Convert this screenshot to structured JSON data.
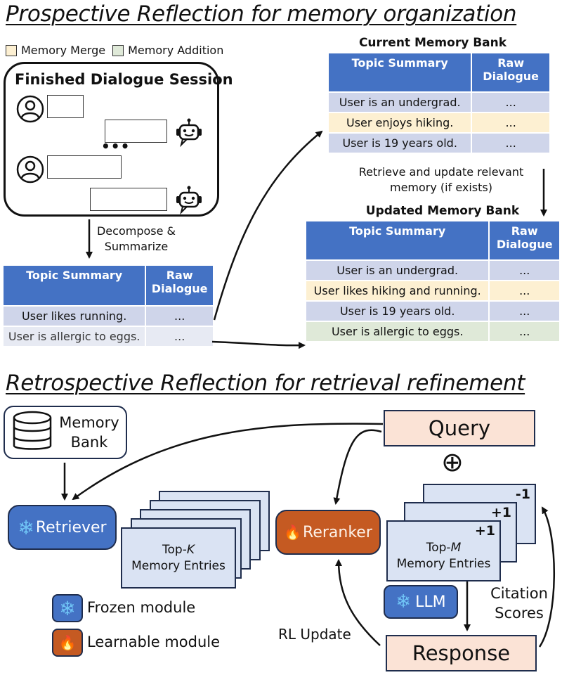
{
  "prospective": {
    "title": "Prospective Reflection for memory organization",
    "legend": [
      {
        "label": "Memory Merge",
        "color": "#fdf0d2"
      },
      {
        "label": "Memory Addition",
        "color": "#dfe9d8"
      }
    ],
    "session": {
      "title": "Finished Dialogue Session",
      "ellipsis": "•••",
      "icons": [
        "user-icon",
        "robot-icon",
        "user-icon",
        "robot-icon"
      ]
    },
    "decompose_label_line1": "Decompose &",
    "decompose_label_line2": "Summarize",
    "new_table": {
      "headers": [
        "Topic Summary",
        "Raw Dialogue"
      ],
      "rows": [
        {
          "summary": "User likes running.",
          "raw": "...",
          "status": "base"
        },
        {
          "summary": "User is allergic to eggs.",
          "raw": "...",
          "status": "base"
        }
      ]
    },
    "current_bank": {
      "title": "Current Memory Bank",
      "headers": [
        "Topic Summary",
        "Raw Dialogue"
      ],
      "rows": [
        {
          "summary": "User is an undergrad.",
          "raw": "...",
          "status": "base"
        },
        {
          "summary": "User enjoys hiking.",
          "raw": "...",
          "status": "merge"
        },
        {
          "summary": "User is 19 years old.",
          "raw": "...",
          "status": "base"
        }
      ]
    },
    "retrieve_label_line1": "Retrieve and update relevant",
    "retrieve_label_line2": "memory (if exists)",
    "updated_bank": {
      "title": "Updated Memory Bank",
      "headers": [
        "Topic Summary",
        "Raw Dialogue"
      ],
      "rows": [
        {
          "summary": "User is an undergrad.",
          "raw": "...",
          "status": "base"
        },
        {
          "summary": "User likes hiking and running.",
          "raw": "...",
          "status": "merge"
        },
        {
          "summary": "User is 19 years old.",
          "raw": "...",
          "status": "base"
        },
        {
          "summary": "User is allergic to eggs.",
          "raw": "...",
          "status": "add"
        }
      ]
    }
  },
  "retrospective": {
    "title": "Retrospective Reflection for retrieval refinement",
    "memory_bank_line1": "Memory",
    "memory_bank_line2": "Bank",
    "retriever": {
      "label": "Retriever",
      "icon": "snowflake-icon",
      "glyph": "❄"
    },
    "topk_line1": "Top-",
    "topk_var": "K",
    "topk_line2": "Memory Entries",
    "reranker": {
      "label": "Reranker",
      "icon": "fire-icon",
      "glyph": "🔥"
    },
    "query": "Query",
    "oplus": "⊕",
    "topm_line1": "Top-",
    "topm_var": "M",
    "topm_line2": "Memory Entries",
    "citation_scores": [
      "+1",
      "+1",
      "-1"
    ],
    "llm": {
      "label": "LLM",
      "icon": "snowflake-icon",
      "glyph": "❄"
    },
    "response": "Response",
    "citation_label_line1": "Citation",
    "citation_label_line2": "Scores",
    "rl_update": "RL Update",
    "legend": [
      {
        "label": "Frozen module",
        "glyph": "❄",
        "color": "#4472c4"
      },
      {
        "label": "Learnable module",
        "glyph": "🔥",
        "color": "#c55a22"
      }
    ]
  }
}
